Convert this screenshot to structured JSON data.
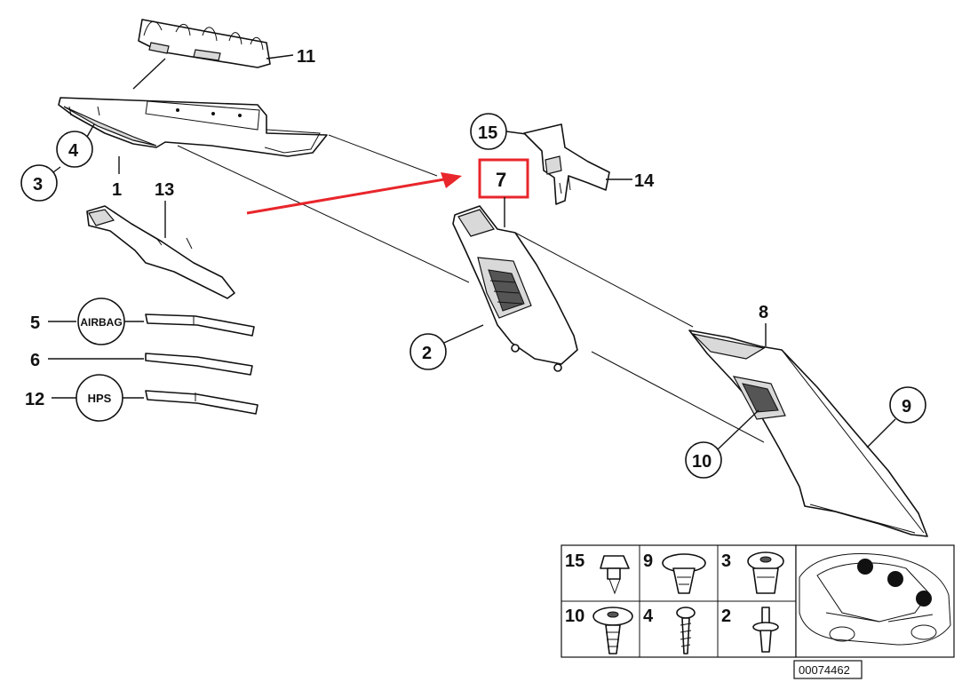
{
  "callouts": {
    "p1": "1",
    "p2": "2",
    "p3": "3",
    "p4": "4",
    "p5": "5",
    "p6": "6",
    "p7": "7",
    "p8": "8",
    "p9": "9",
    "p10": "10",
    "p11": "11",
    "p12": "12",
    "p13": "13",
    "p14": "14",
    "p15": "15"
  },
  "badges": {
    "airbag": "AIRBAG",
    "hps": "HPS"
  },
  "fasteners": {
    "f15": "15",
    "f9": "9",
    "f3": "3",
    "f10": "10",
    "f4": "4",
    "f2": "2"
  },
  "diagram_number": "00074462",
  "colors": {
    "highlight": "#e8262b",
    "ink": "#111111"
  },
  "icons": {
    "marker": "dot"
  }
}
